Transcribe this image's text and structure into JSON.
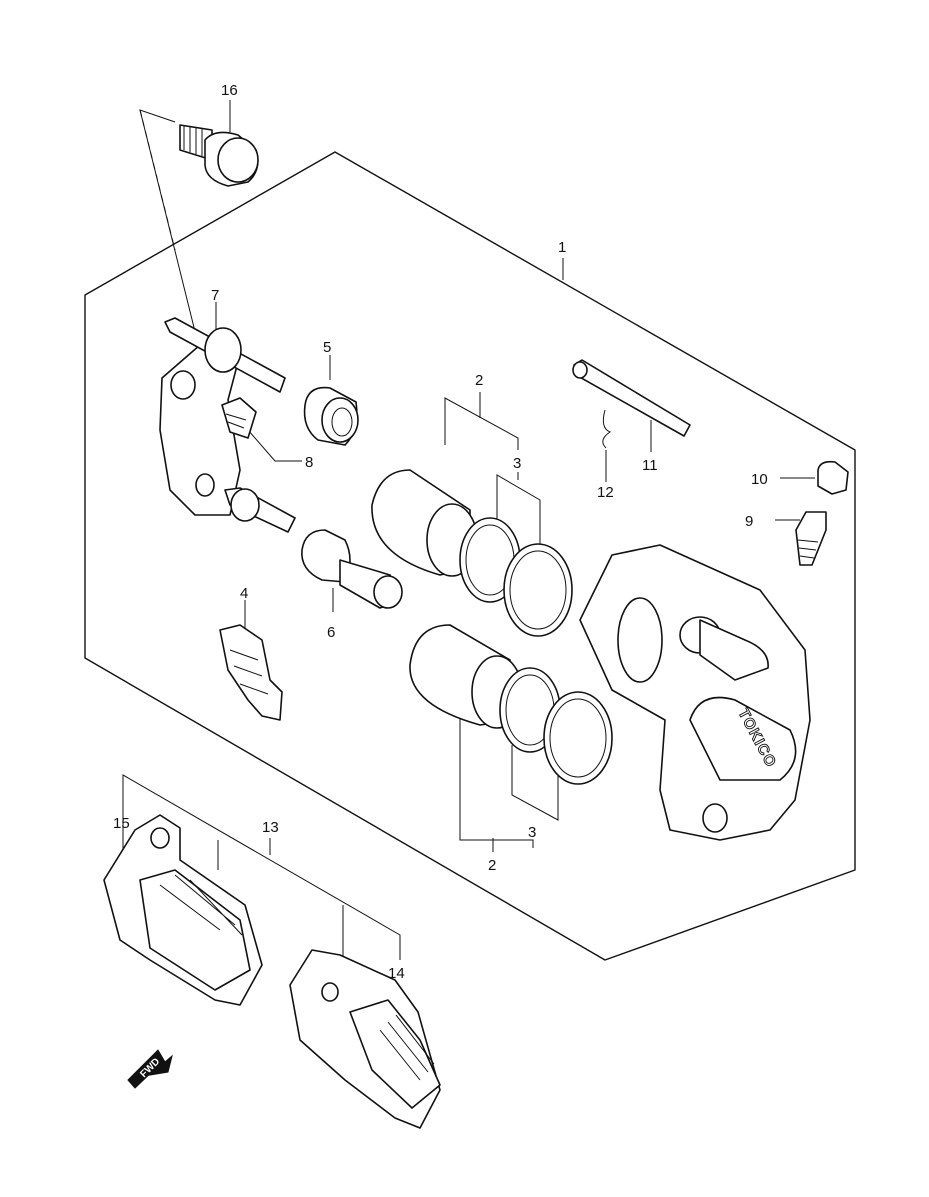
{
  "diagram": {
    "callouts": [
      {
        "id": "c1",
        "label": "1"
      },
      {
        "id": "c2a",
        "label": "2"
      },
      {
        "id": "c3a",
        "label": "3"
      },
      {
        "id": "c2b",
        "label": "2"
      },
      {
        "id": "c3b",
        "label": "3"
      },
      {
        "id": "c4",
        "label": "4"
      },
      {
        "id": "c5",
        "label": "5"
      },
      {
        "id": "c6",
        "label": "6"
      },
      {
        "id": "c7",
        "label": "7"
      },
      {
        "id": "c8",
        "label": "8"
      },
      {
        "id": "c9",
        "label": "9"
      },
      {
        "id": "c10",
        "label": "10"
      },
      {
        "id": "c11",
        "label": "11"
      },
      {
        "id": "c12",
        "label": "12"
      },
      {
        "id": "c13",
        "label": "13"
      },
      {
        "id": "c14",
        "label": "14"
      },
      {
        "id": "c15",
        "label": "15"
      },
      {
        "id": "c16",
        "label": "16"
      }
    ],
    "caliper_logo": "TOKICO",
    "fwd_arrow_label": "FWD"
  }
}
